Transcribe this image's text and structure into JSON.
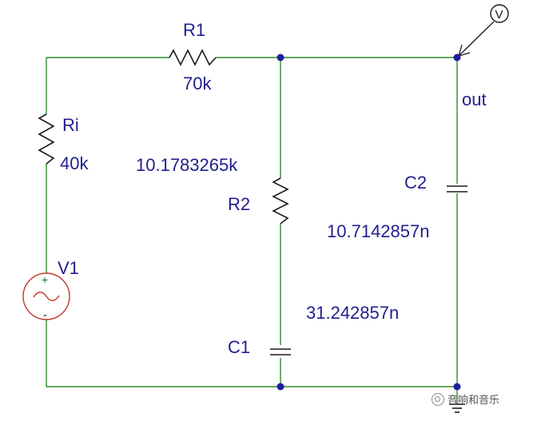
{
  "diagram": {
    "labels": {
      "r1_name": "R1",
      "r1_value": "70k",
      "ri_name": "Ri",
      "ri_value": "40k",
      "r2_value": "10.1783265k",
      "r2_name": "R2",
      "v1_name": "V1",
      "src_plus": "+",
      "src_minus": "-",
      "c1_name": "C1",
      "c1_value": "31.242857n",
      "c2_name": "C2",
      "c2_value": "10.7142857n",
      "out_label": "out",
      "probe_label": "V"
    },
    "colors": {
      "wire": "#2e8b2e",
      "text": "#1f1f8f",
      "node": "#1f1f9f",
      "source": "#c0392b"
    }
  },
  "watermark": {
    "text": "音响和音乐"
  }
}
